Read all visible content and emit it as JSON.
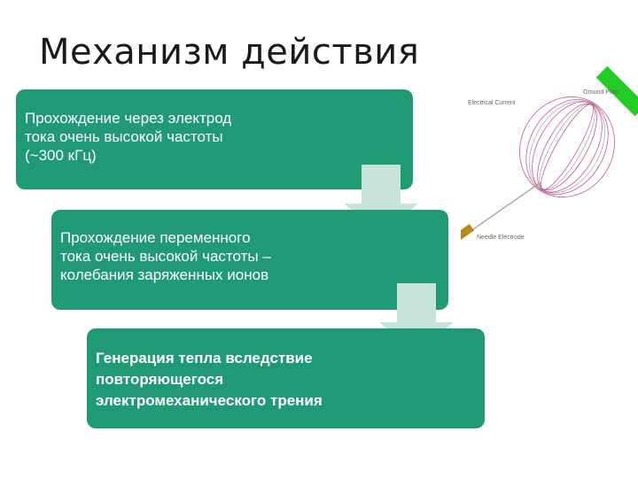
{
  "slide": {
    "title": "Механизм действия"
  },
  "steps": [
    {
      "lines": [
        "Прохождение через электрод",
        "тока  очень высокой частоты",
        "(~300 кГц)"
      ]
    },
    {
      "lines": [
        "Прохождение переменного",
        "тока очень высокой частоты –",
        "колебания заряженных ионов"
      ]
    },
    {
      "lines": [
        "Генерация тепла вследствие",
        "повторяющегося",
        "электромеханического трения"
      ]
    }
  ],
  "illustration": {
    "label_current": "Electrical Current",
    "label_ground": "Ground Plate",
    "label_needle": "Needle Electrode"
  },
  "colors": {
    "step_fill": "#1f9a74",
    "arrow_fill": "#c6e3d8",
    "field_lines": "#c0306a",
    "ground_plate": "#22cc22"
  }
}
